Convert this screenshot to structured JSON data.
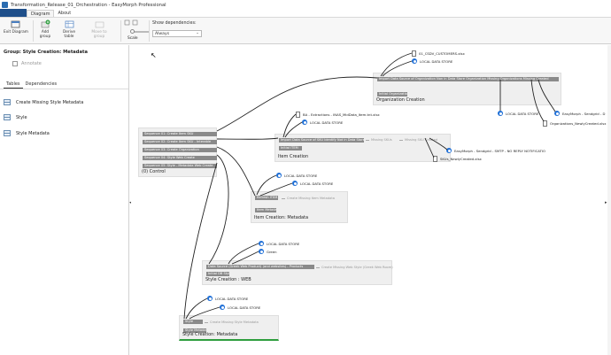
{
  "window": {
    "title": "Transformation_Release_01_Orchestration - EasyMorph Professional"
  },
  "menu": {
    "tabs": [
      "Diagram",
      "About"
    ]
  },
  "ribbon": {
    "exit_diagram": "Exit Diagram",
    "add_group": "Add group",
    "derive_table": "Derive table",
    "move_to_group": "Move to group",
    "scale": "Scale",
    "show_dependencies_label": "Show dependencies:",
    "show_dependencies_value": "Always"
  },
  "left_pane": {
    "group_title": "Group: Style Creation: Metadata",
    "annotate": "Annotate",
    "tabs": [
      "Tables",
      "Dependencies"
    ],
    "tables": [
      "Create Missing Style Metadata",
      "Style",
      "Style Metadata"
    ]
  },
  "canvas": {
    "groups": {
      "control": {
        "title": "(0) Control",
        "actions": [
          "Sequence 01: Create Item SKU",
          "Sequence 02: Create Item SKU - Interable",
          "Sequence 03: Create Organization",
          "Sequence 04: Style Web Create",
          "Sequence 05: Style - Metadata Web Create"
        ]
      },
      "org": {
        "title": "Organization Creation",
        "actions": [
          "Import Data Source of Organization  Non in Data Store Organization  Missing Organizations  Missing Created",
          "Initial Organization"
        ]
      },
      "item": {
        "title": "Item Creation",
        "actions": [
          "Import Data Source of SKU  Identify Not in Data Store SKU",
          "Initial ITEM"
        ],
        "faded": [
          "Missing SKUs",
          "Missing SKU Created"
        ]
      },
      "itemmeta": {
        "title": "Item Creation: Metadata",
        "actions": [
          "Refresh ITEM",
          "Item Metadata"
        ],
        "faded": "Create Missing Item Metadata"
      },
      "styleweb": {
        "title": "Style Creation : WEB",
        "actions": [
          "Data Source (Greek Web Product) (and websites) - Products",
          "Initial DB Style"
        ],
        "faded": "Create Missing Web Style (Greek Web Room)"
      },
      "stylemeta": {
        "title": "Style Creation: Metadata",
        "actions": [
          "Style",
          "Style Metadata"
        ],
        "faded": "Create Missing Style Metadata"
      }
    },
    "nodes": {
      "org_file": "01_CSDV_CUSTOMERS.xlsx",
      "org_store": "LOCAL DATA STORE",
      "org_out_store": "LOCAL DATA STORE",
      "org_out_sendgrid": "EasyMorph - Sendgrid - D",
      "org_out_file": "Organizations_NewlyCreated.xlsx",
      "item_file": "BA - Extractions - INAS_MidData_Item.tnt.xlsx",
      "item_store": "LOCAL DATA STORE",
      "item_out_sendgrid": "EasyMorph - Sendgrid - SMTP - NO REPLY NOTIFICATIO",
      "item_out_file": "SKUs_NewlyCreated.xlsx",
      "itemmeta_store1": "LOCAL DATA STORE",
      "itemmeta_store2": "LOCAL DATA STORE",
      "styleweb_store": "LOCAL DATA STORE",
      "styleweb_green": "Green",
      "stylemeta_store1": "LOCAL DATA STORE",
      "stylemeta_store2": "LOCAL DATA STORE"
    }
  }
}
